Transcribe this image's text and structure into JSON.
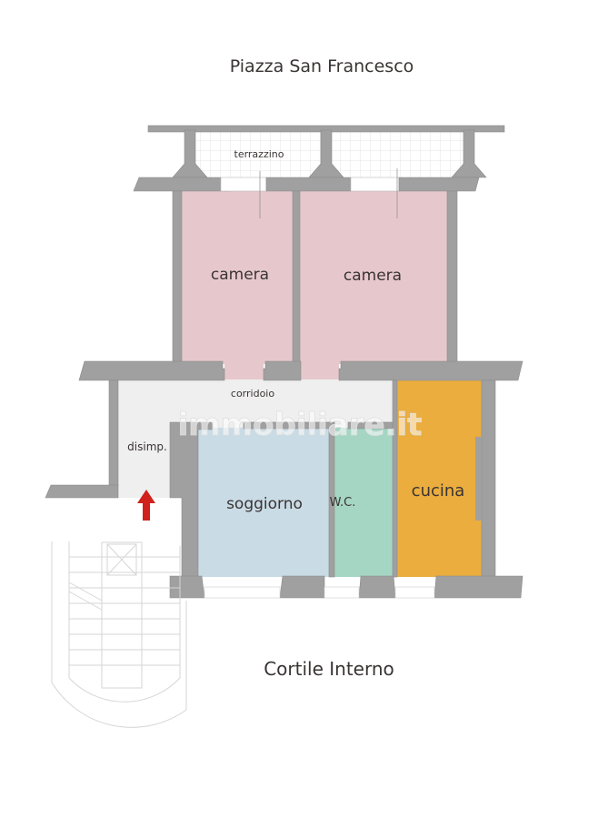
{
  "streets": {
    "top": "Piazza San Francesco",
    "bottom": "Cortile Interno"
  },
  "rooms": {
    "terrace": "terrazzino",
    "bedroom_1": "camera",
    "bedroom_2": "camera",
    "corridor": "corridoio",
    "hall": "disimp.",
    "living": "soggiorno",
    "bathroom": "W.C.",
    "kitchen": "cucina"
  },
  "watermark": "immobiliare.it",
  "colors": {
    "bedroom": "#e6c8cc",
    "living": "#c9dbe5",
    "bathroom": "#a5d6c3",
    "kitchen": "#eaad3e",
    "corridor": "#efefef",
    "wall": "#a0a0a0",
    "entrance_arrow": "#d0211c"
  }
}
